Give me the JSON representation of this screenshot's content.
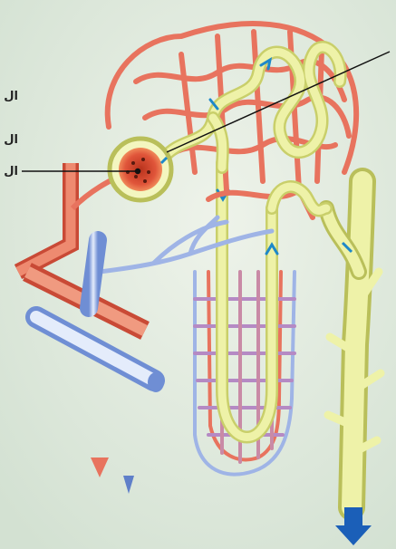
{
  "labels": {
    "label_1": "ال",
    "label_2": "ال",
    "label_3": "ال"
  },
  "colors": {
    "background": "#dde8dc",
    "artery": "#e8735e",
    "artery_dark": "#c94a36",
    "vein": "#9fb4e6",
    "vein_dark": "#5f7fc9",
    "tubule": "#eef2a8",
    "tubule_dark": "#c9cf6a",
    "capillary_mix": "#b58ac4",
    "flow_arrow": "#1e88c9",
    "glomerulus": "#d8452a",
    "leader_line": "#111111"
  },
  "icons": {
    "flow_direction": "blue-arrow-icon",
    "outflow": "down-arrow-icon"
  }
}
